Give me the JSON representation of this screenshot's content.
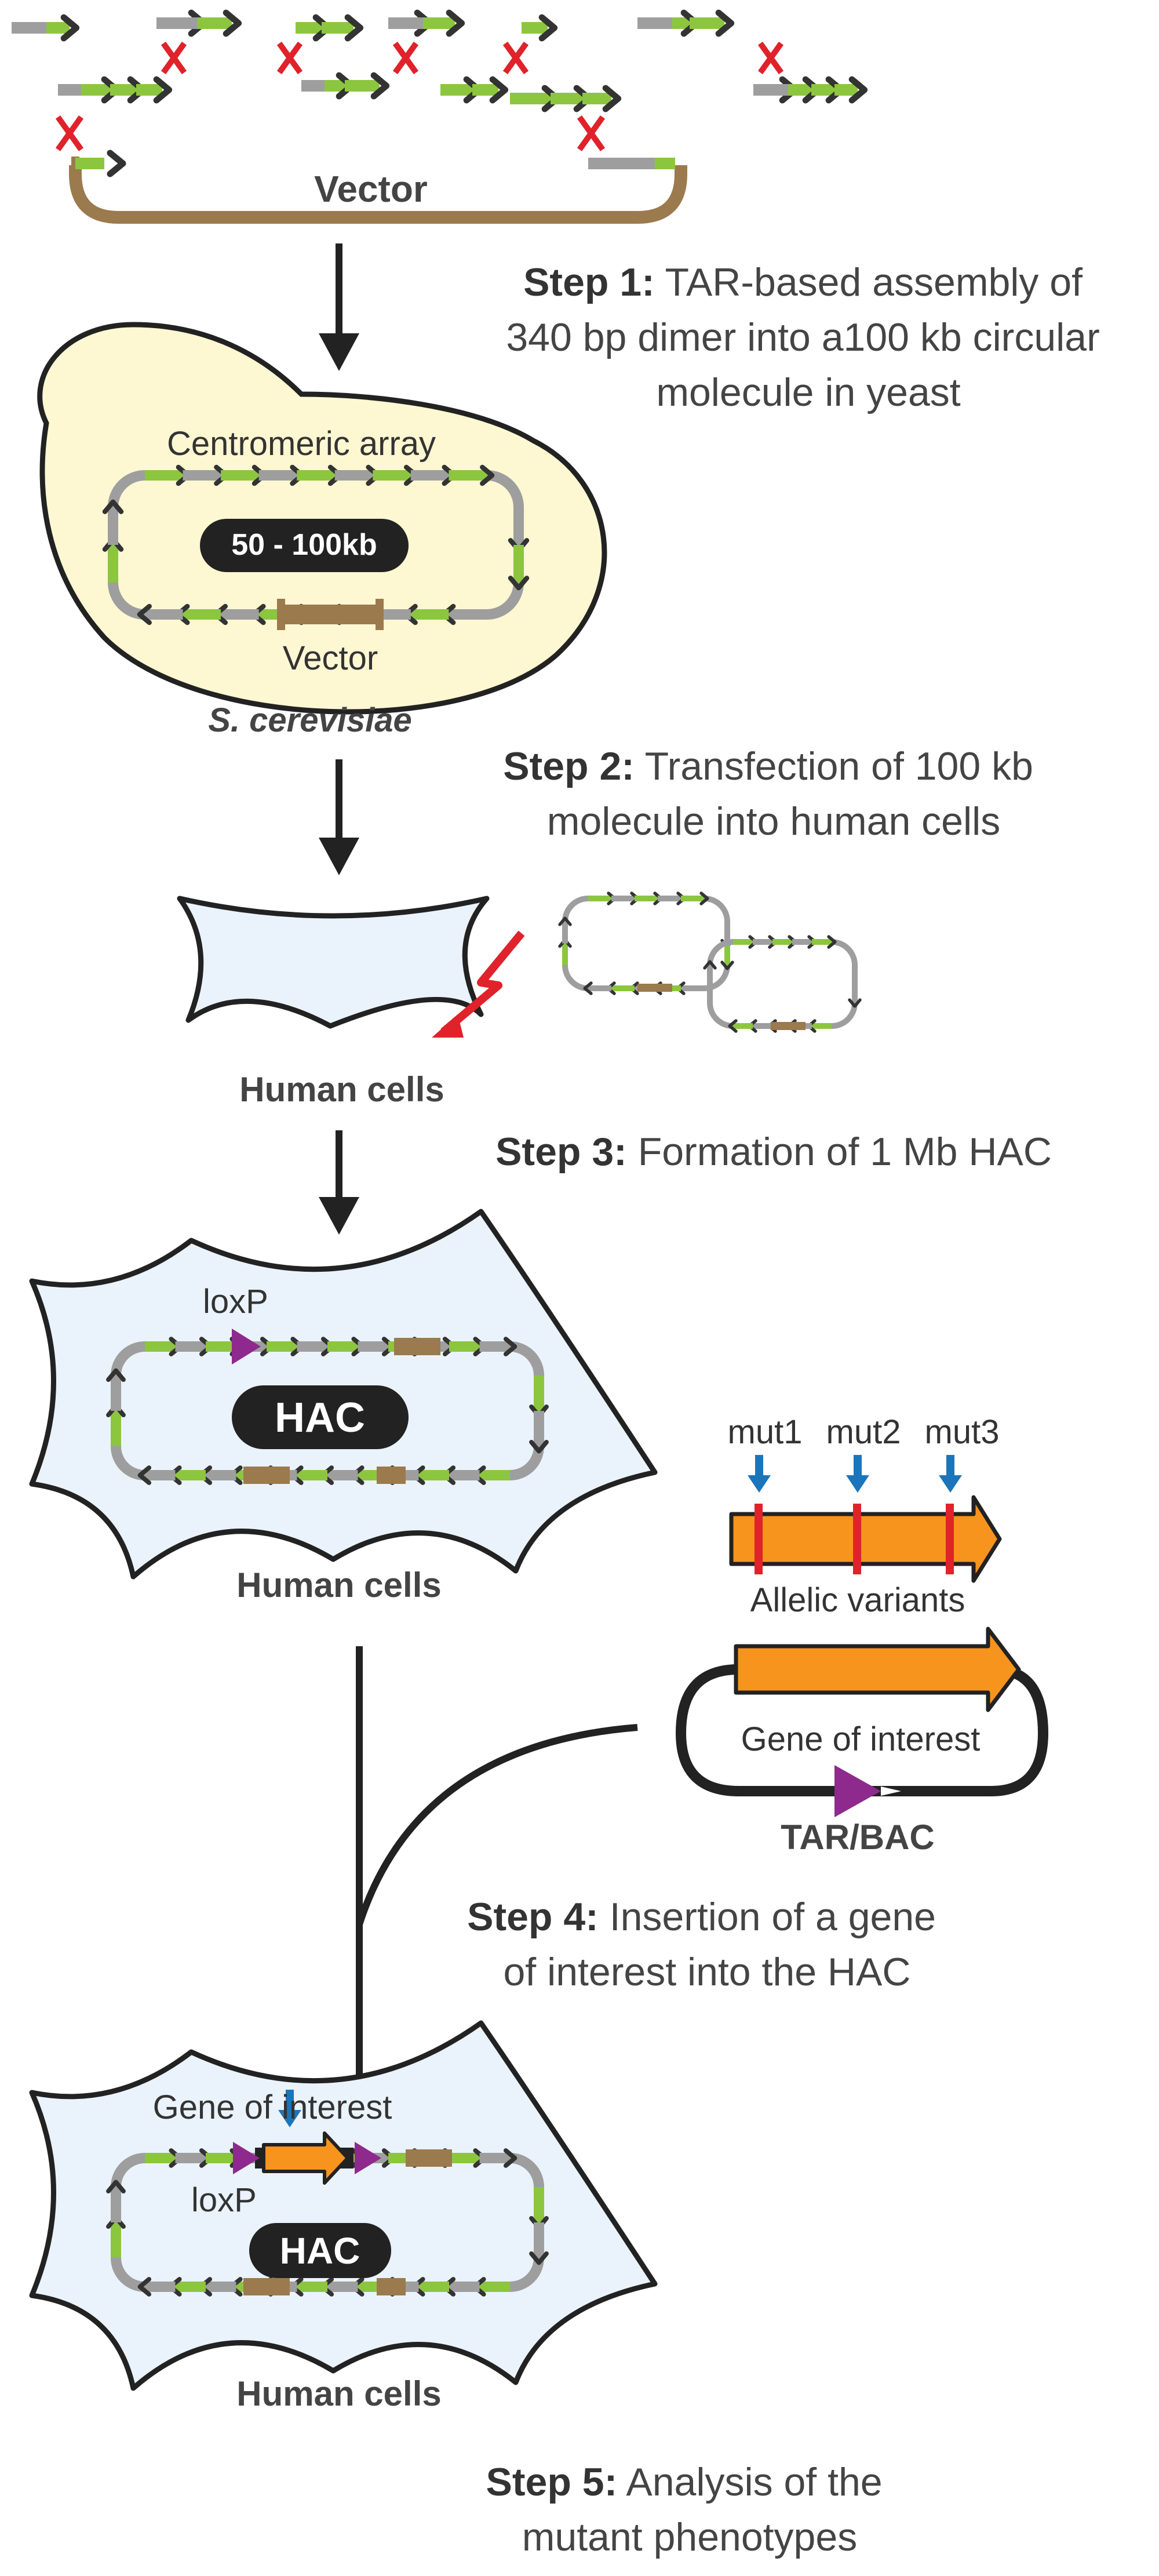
{
  "labels": {
    "vector_top": "Vector",
    "centromeric_array": "Centromeric array",
    "size_badge": "50 - 100kb",
    "vector_yeast": "Vector",
    "yeast_species": "S. cerevisiae",
    "human_cells_1": "Human cells",
    "loxp_1": "loxP",
    "hac_1": "HAC",
    "human_cells_2": "Human cells",
    "mut1": "mut1",
    "mut2": "mut2",
    "mut3": "mut3",
    "allelic_variants": "Allelic variants",
    "gene_of_interest_circle": "Gene of interest",
    "tar_bac": "TAR/BAC",
    "gene_of_interest_final": "Gene of interest",
    "loxp_2": "loxP",
    "hac_2": "HAC",
    "human_cells_3": "Human cells"
  },
  "steps": [
    {
      "bold": "Step 1:",
      "lines": [
        " TAR-based assembly of",
        "340 bp dimer into a100 kb circular",
        "molecule in yeast"
      ]
    },
    {
      "bold": "Step 2:",
      "lines": [
        " Transfection of 100 kb",
        "molecule into human cells"
      ]
    },
    {
      "bold": "Step 3:",
      "lines": [
        " Formation of 1 Mb HAC"
      ]
    },
    {
      "bold": "Step 4:",
      "lines": [
        " Insertion of a gene",
        "of interest into the HAC"
      ]
    },
    {
      "bold": "Step 5:",
      "lines": [
        " Analysis of the",
        "mutant phenotypes"
      ]
    }
  ],
  "colors": {
    "green": "#8CC63F",
    "gray": "#9E9E9E",
    "chevron": "#333333",
    "vector_brown": "#9B7A4E",
    "cross_red": "#E0222B",
    "cell_fill": "#EAF3FB",
    "yeast_fill": "#FDF7D2",
    "orange": "#F7941D",
    "purple": "#8E2A8E",
    "blue_arrow": "#1B75BB",
    "dark": "#222222"
  }
}
